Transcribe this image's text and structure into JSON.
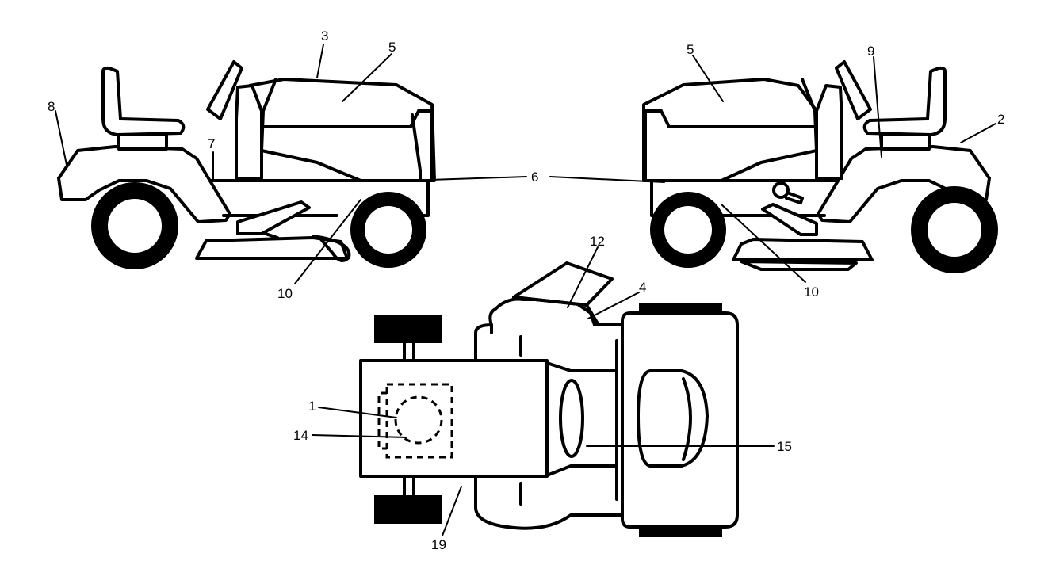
{
  "callouts": {
    "c1": "1",
    "c2": "2",
    "c3": "3",
    "c4": "4",
    "c5_left": "5",
    "c5_right": "5",
    "c6": "6",
    "c7": "7",
    "c8": "8",
    "c9": "9",
    "c10_left": "10",
    "c10_right": "10",
    "c12": "12",
    "c14": "14",
    "c15": "15",
    "c19": "19"
  }
}
